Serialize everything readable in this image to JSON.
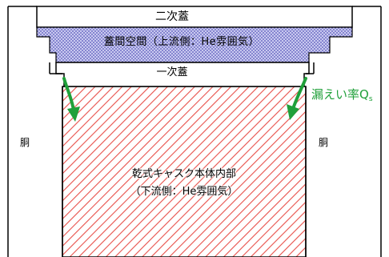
{
  "diagram": {
    "secondary_lid_label": "二次蓋",
    "plenum_label": "蓋間空間（上流側：He雰囲気）",
    "primary_lid_label": "一次蓋",
    "trunk_left_label": "胴",
    "trunk_right_label": "胴",
    "leak_rate_label": "漏えい率Q",
    "leak_rate_subscript": "s",
    "cask_interior_line1": "乾式キャスク本体内部",
    "cask_interior_line2": "（下流側：He雰囲気）"
  },
  "colors": {
    "outline": "#000000",
    "plenum_fill": "#8f8fdc",
    "cask_hatch": "#e8504a",
    "leak_arrow": "#20a03a",
    "background": "#ffffff"
  }
}
